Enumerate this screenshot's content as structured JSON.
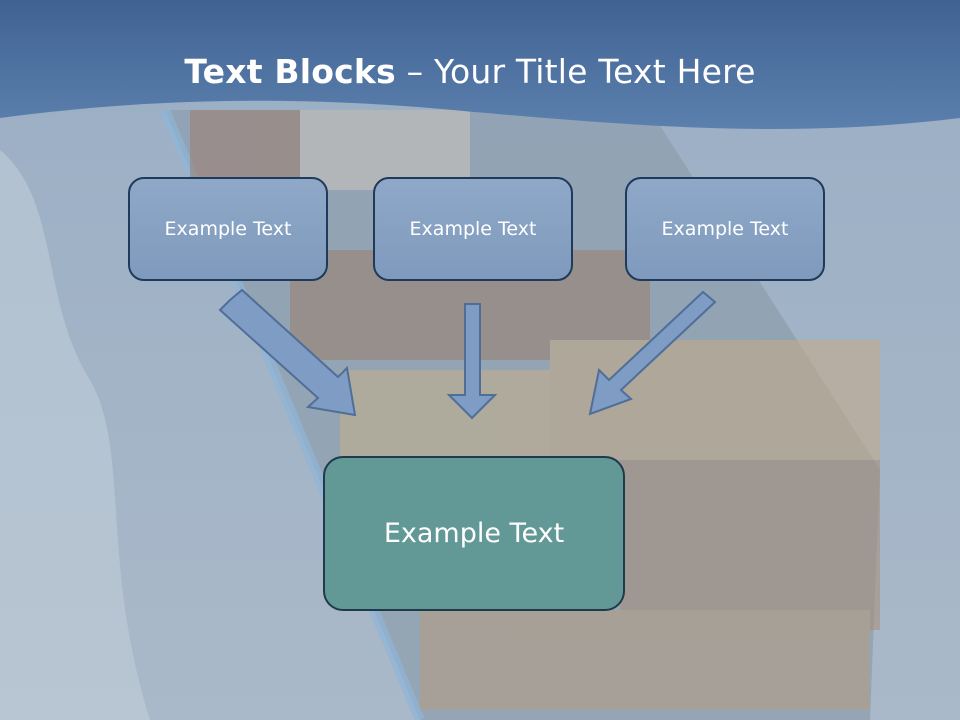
{
  "slide": {
    "title_bold": "Text Blocks",
    "title_rest": " – Your Title Text Here",
    "boxes": [
      {
        "label": "Example Text"
      },
      {
        "label": "Example Text"
      },
      {
        "label": "Example Text"
      }
    ],
    "target_box": {
      "label": "Example Text"
    }
  },
  "colors": {
    "header_band": "#4a6f9c",
    "box_fill": "#8aa4c6",
    "box_border": "#1f3a5a",
    "target_fill": "#629896",
    "arrow_fill": "#7e9cc4"
  }
}
